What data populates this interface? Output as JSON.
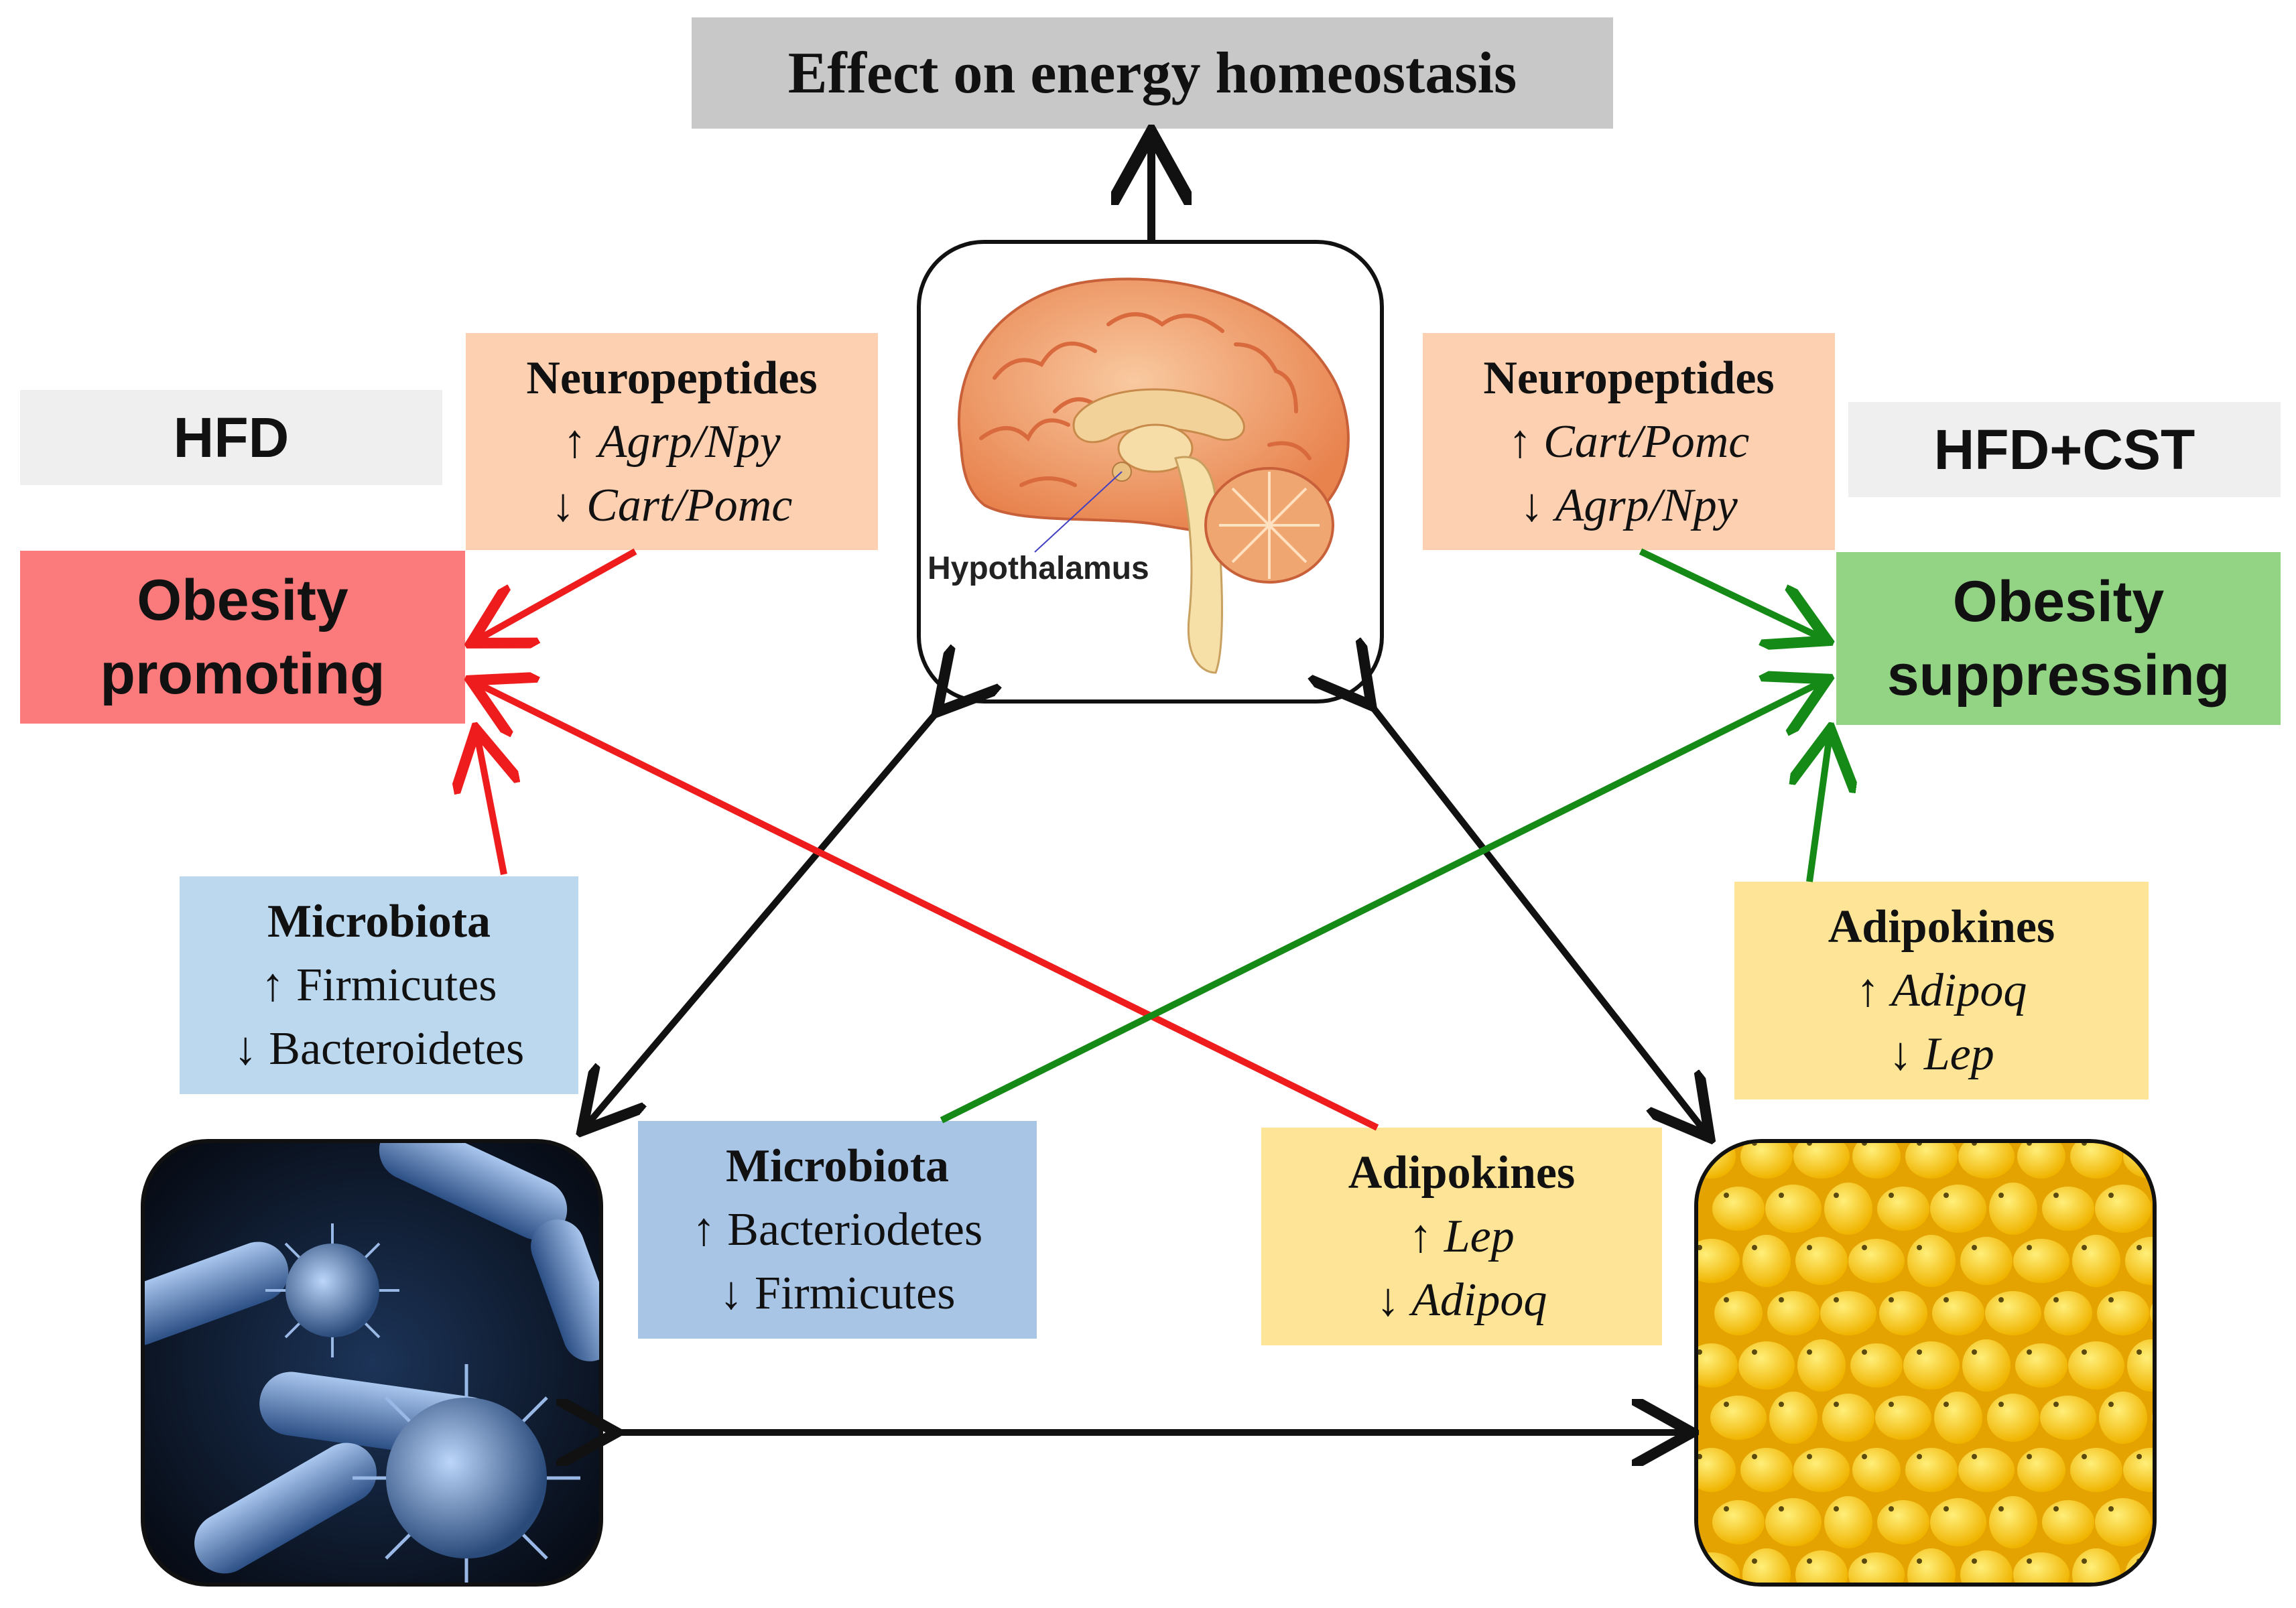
{
  "title": "Effect on energy homeostasis",
  "left": {
    "condition": "HFD",
    "outcome_line1": "Obesity",
    "outcome_line2": "promoting",
    "outcome_color": "#fb7a7c",
    "neuropeptides": {
      "head": "Neuropeptides",
      "up_arrow": "↑",
      "up": "Agrp/Npy",
      "down_arrow": "↓",
      "down": "Cart/Pomc"
    },
    "microbiota": {
      "head": "Microbiota",
      "up_arrow": "↑",
      "up": "Firmicutes",
      "down_arrow": "↓",
      "down": "Bacteroidetes"
    },
    "adipokines": {
      "head": "Adipokines",
      "up_arrow": "↑",
      "up": "Lep",
      "down_arrow": "↓",
      "down": "Adipoq"
    },
    "arrow_color": "#ee1c1c"
  },
  "right": {
    "condition": "HFD+CST",
    "outcome_line1": "Obesity",
    "outcome_line2": "suppressing",
    "outcome_color": "#92d384",
    "neuropeptides": {
      "head": "Neuropeptides",
      "up_arrow": "↑",
      "up": "Cart/Pomc",
      "down_arrow": "↓",
      "down": "Agrp/Npy"
    },
    "microbiota": {
      "head": "Microbiota",
      "up_arrow": "↑",
      "up": "Bacteriodetes",
      "down_arrow": "↓",
      "down": "Firmicutes"
    },
    "adipokines": {
      "head": "Adipokines",
      "up_arrow": "↑",
      "up": "Adipoq",
      "down_arrow": "↓",
      "down": "Lep"
    },
    "arrow_color": "#168a16"
  },
  "brain": {
    "label": "Hypothalamus",
    "icon": "brain-icon"
  },
  "bacteria": {
    "icon": "bacteria-icon"
  },
  "fat": {
    "icon": "adipose-tissue-icon"
  },
  "neutral_arrow_color": "#111111"
}
